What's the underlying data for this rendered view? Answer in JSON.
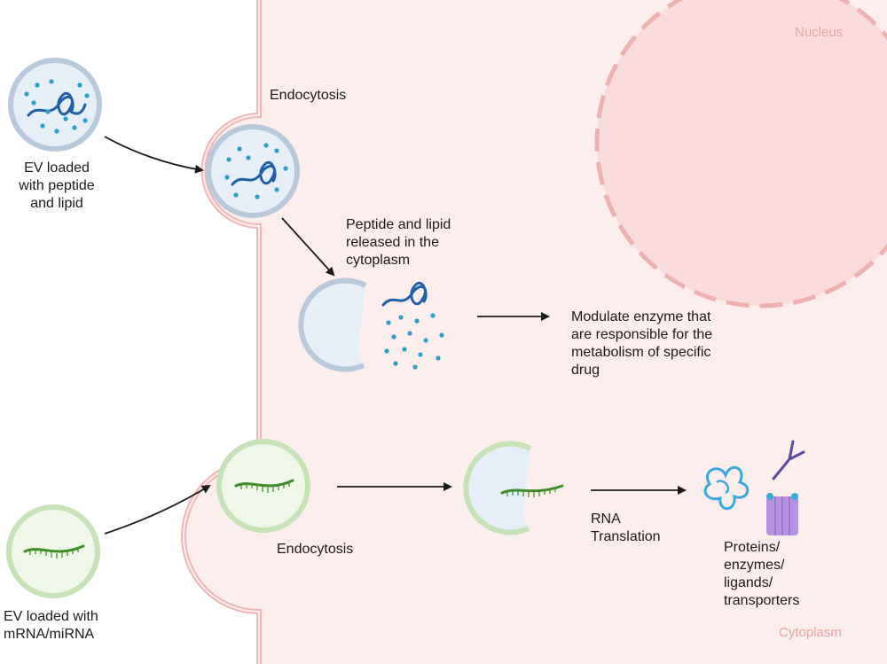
{
  "regions": {
    "nucleus": "Nucleus",
    "cytoplasm": "Cytoplasm"
  },
  "labels": {
    "ev_peptide": "EV loaded\nwith peptide\nand lipid",
    "endocytosis_top": "Endocytosis",
    "released": "Peptide and lipid\nreleased in the\ncytoplasm",
    "modulate": "Modulate enzyme that\nare responsible for the\nmetabolism of specific\ndrug",
    "endocytosis_bottom": "Endocytosis",
    "rna_translation": "RNA\nTranslation",
    "proteins": "Proteins/\nenzymes/\nligands/\ntransporters",
    "ev_mrna": "EV loaded with\nmRNA/miRNA"
  },
  "colors": {
    "cell_fill": "#fdeeee",
    "cell_membrane": "#f0b6b6",
    "nucleus_fill": "#fbdcdc",
    "nucleus_dash": "#efb0b0",
    "ev_blue_ring": "#b9c9dc",
    "ev_blue_fill": "#e6eef8",
    "ev_green_ring": "#c5e3b6",
    "ev_green_fill": "#eef7e8",
    "peptide": "#1f5fa8",
    "dots": "#2a9fc8",
    "rna": "#3c8c28",
    "protein_blue": "#3aa8dc",
    "transporter": "#b592df",
    "ligand": "#5a4aa0"
  }
}
